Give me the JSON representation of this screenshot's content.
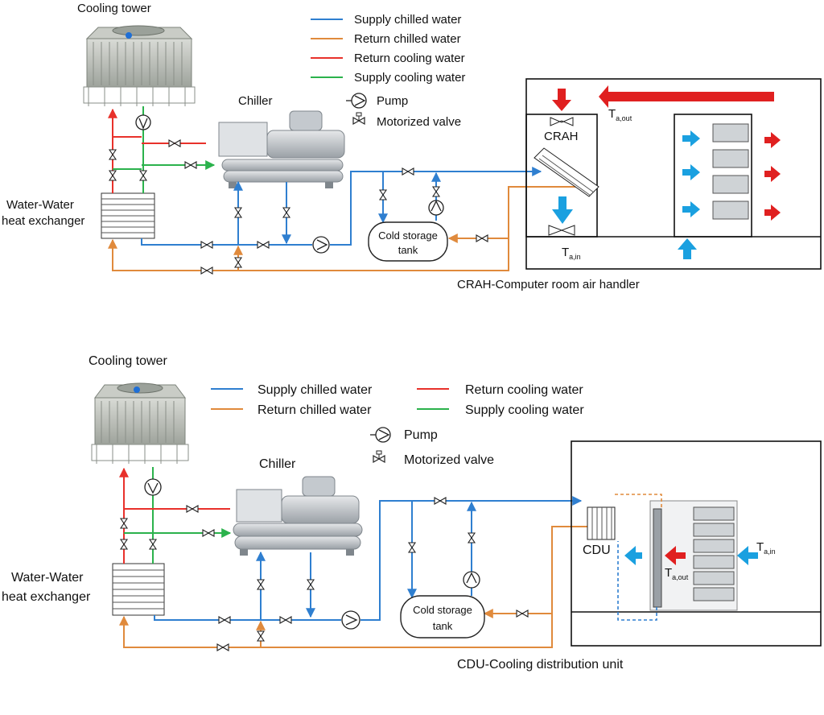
{
  "colors": {
    "supply_chilled": "#2f7fd0",
    "return_chilled": "#e08a3c",
    "return_cooling": "#e8312b",
    "supply_cooling": "#2bb24c",
    "arrow_blue": "#1aa0e0",
    "arrow_red": "#e02020"
  },
  "top": {
    "cooling_tower": "Cooling tower",
    "chiller": "Chiller",
    "hx_line1": "Water-Water",
    "hx_line2": "heat exchanger",
    "legend": [
      {
        "label": "Supply chilled water",
        "color": "#2f7fd0"
      },
      {
        "label": "Return chilled water",
        "color": "#e08a3c"
      },
      {
        "label": "Return cooling water",
        "color": "#e8312b"
      },
      {
        "label": "Supply cooling water",
        "color": "#2bb24c"
      }
    ],
    "pump": "Pump",
    "valve": "Motorized valve",
    "tank_line1": "Cold storage",
    "tank_line2": "tank",
    "crah": "CRAH",
    "t_out": "T",
    "t_out_sub": "a,out",
    "t_in": "T",
    "t_in_sub": "a,in",
    "caption": "CRAH-Computer room air handler"
  },
  "bottom": {
    "cooling_tower": "Cooling tower",
    "chiller": "Chiller",
    "hx_line1": "Water-Water",
    "hx_line2": "heat exchanger",
    "legend": [
      {
        "label": "Supply chilled water",
        "color": "#2f7fd0"
      },
      {
        "label": "Return chilled water",
        "color": "#e08a3c"
      },
      {
        "label": "Return cooling water",
        "color": "#e8312b"
      },
      {
        "label": "Supply cooling water",
        "color": "#2bb24c"
      }
    ],
    "pump": "Pump",
    "valve": "Motorized valve",
    "tank_line1": "Cold storage",
    "tank_line2": "tank",
    "cdu": "CDU",
    "t_out": "T",
    "t_out_sub": "a,out",
    "t_in": "T",
    "t_in_sub": "a,in",
    "caption": "CDU-Cooling distribution unit"
  }
}
